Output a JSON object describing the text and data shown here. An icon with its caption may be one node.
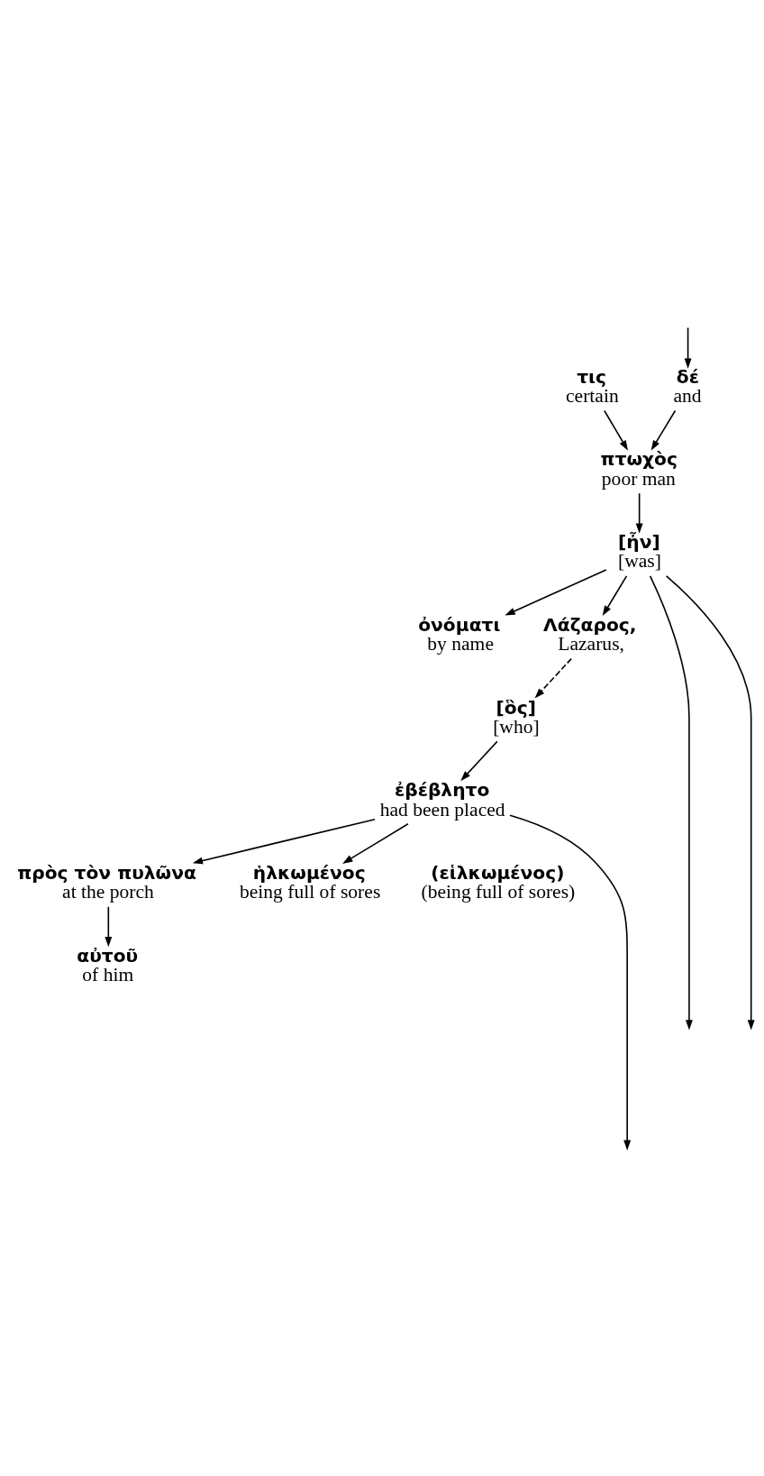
{
  "diagram": {
    "nodes": [
      {
        "text": [
          "δέ",
          "and"
        ]
      },
      {
        "text": [
          "πτωχὸς",
          "poor man"
        ]
      },
      {
        "text": [
          "τις",
          "certain"
        ]
      },
      {
        "text": [
          "[ἦν]",
          "[was]"
        ]
      },
      {
        "text": [
          "ὀνόματι",
          "by name"
        ]
      },
      {
        "text": [
          "Λάζαρος,",
          "Lazarus,"
        ]
      },
      {
        "text": [
          "[ὃς]",
          "[who]"
        ]
      },
      {
        "text": [
          "ἐβέβλητο",
          "had been placed"
        ]
      },
      {
        "text": [
          "πρὸς τὸν πυλῶνα",
          "at the porch"
        ]
      },
      {
        "text": [
          "αὐτοῦ",
          "of him"
        ]
      },
      {
        "text": [
          "ἡλκωμένος",
          "being full of sores"
        ],
        "beside": [
          "(εἱλκωμένος)",
          "(being full of sores)"
        ]
      }
    ],
    "edges": [
      {
        "from": null,
        "to": 0,
        "arrow": "to"
      },
      {
        "from": 0,
        "to": 1,
        "arrow": "to"
      },
      {
        "from": 2,
        "to": 1,
        "arrow": "to"
      },
      {
        "from": 1,
        "to": 3,
        "arrow": "to"
      },
      {
        "from": 3,
        "to": 4,
        "arrow": "to"
      },
      {
        "from": 3,
        "to": 5,
        "arrow": "to"
      },
      {
        "from": 5,
        "to": 6,
        "arrow": "to",
        "style": "dashed"
      },
      {
        "from": 6,
        "to": 7,
        "arrow": "to"
      },
      {
        "from": 7,
        "to": 8,
        "arrow": "to"
      },
      {
        "from": 8,
        "to": 9,
        "arrow": "to"
      },
      {
        "from": 7,
        "to": 10,
        "arrow": "to"
      },
      {
        "from": 3,
        "to": null,
        "arrow": "to"
      },
      {
        "from": 3,
        "to": null,
        "arrow": "to"
      },
      {
        "from": 7,
        "to": null,
        "arrow": "to"
      }
    ]
  }
}
